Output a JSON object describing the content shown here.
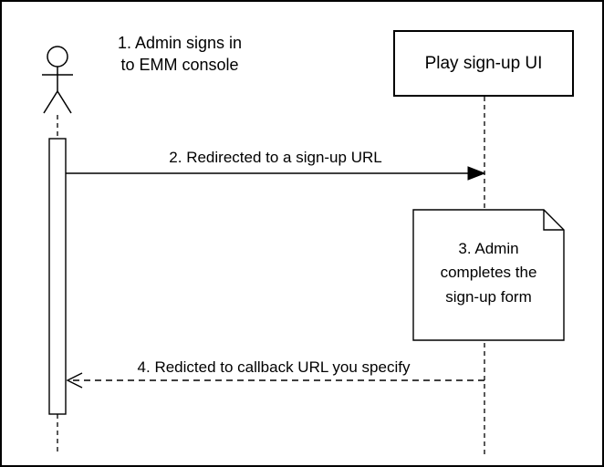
{
  "labels": {
    "step1": "1. Admin signs in\nto EMM console"
  },
  "nodes": {
    "play_signup_ui": "Play sign-up UI"
  },
  "messages": {
    "step2": "2. Redirected to a sign-up URL",
    "step4": "4. Redicted to callback URL you specify"
  },
  "notes": {
    "step3": "3. Admin\ncompletes the\nsign-up form"
  },
  "colors": {
    "background": "#ffffff",
    "line": "#000000",
    "note_fill": "#ffffff"
  }
}
